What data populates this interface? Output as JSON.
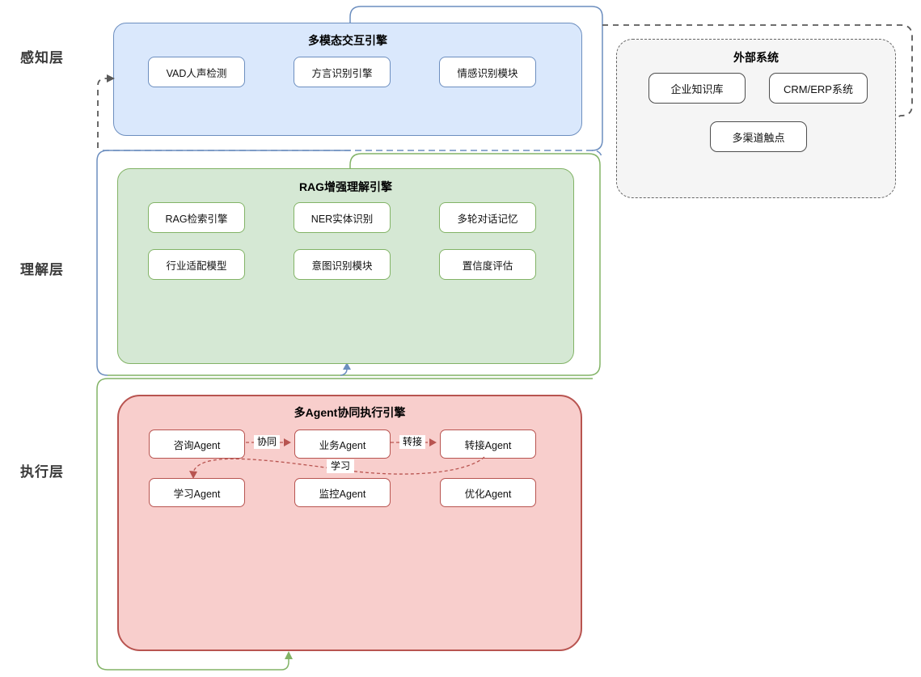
{
  "layers": [
    {
      "label": "感知层",
      "engine_title": "多模态交互引擎",
      "modules": [
        "VAD人声检测",
        "方言识别引擎",
        "情感识别模块"
      ]
    },
    {
      "label": "理解层",
      "engine_title": "RAG增强理解引擎",
      "modules": [
        "RAG检索引擎",
        "NER实体识别",
        "多轮对话记忆",
        "行业适配模型",
        "意图识别模块",
        "置信度评估"
      ]
    },
    {
      "label": "执行层",
      "engine_title": "多Agent协同执行引擎",
      "modules": [
        "咨询Agent",
        "业务Agent",
        "转接Agent",
        "学习Agent",
        "监控Agent",
        "优化Agent"
      ],
      "connections": [
        {
          "from": "咨询Agent",
          "to": "业务Agent",
          "label": "协同"
        },
        {
          "from": "业务Agent",
          "to": "转接Agent",
          "label": "转接"
        },
        {
          "from": "转接Agent",
          "to": "学习Agent",
          "label": "学习"
        }
      ]
    }
  ],
  "external_system": {
    "title": "外部系统",
    "modules": [
      "企业知识库",
      "CRM/ERP系统",
      "多渠道触点"
    ]
  },
  "colors": {
    "perception_fill": "#dae8fc",
    "perception_stroke": "#6c8ebf",
    "understanding_fill": "#d5e8d4",
    "understanding_stroke": "#82b366",
    "execution_fill": "#f8cecc",
    "execution_stroke": "#b85450",
    "external_fill": "#f5f5f5",
    "external_stroke": "#666666",
    "connector_gray": "#595959"
  }
}
